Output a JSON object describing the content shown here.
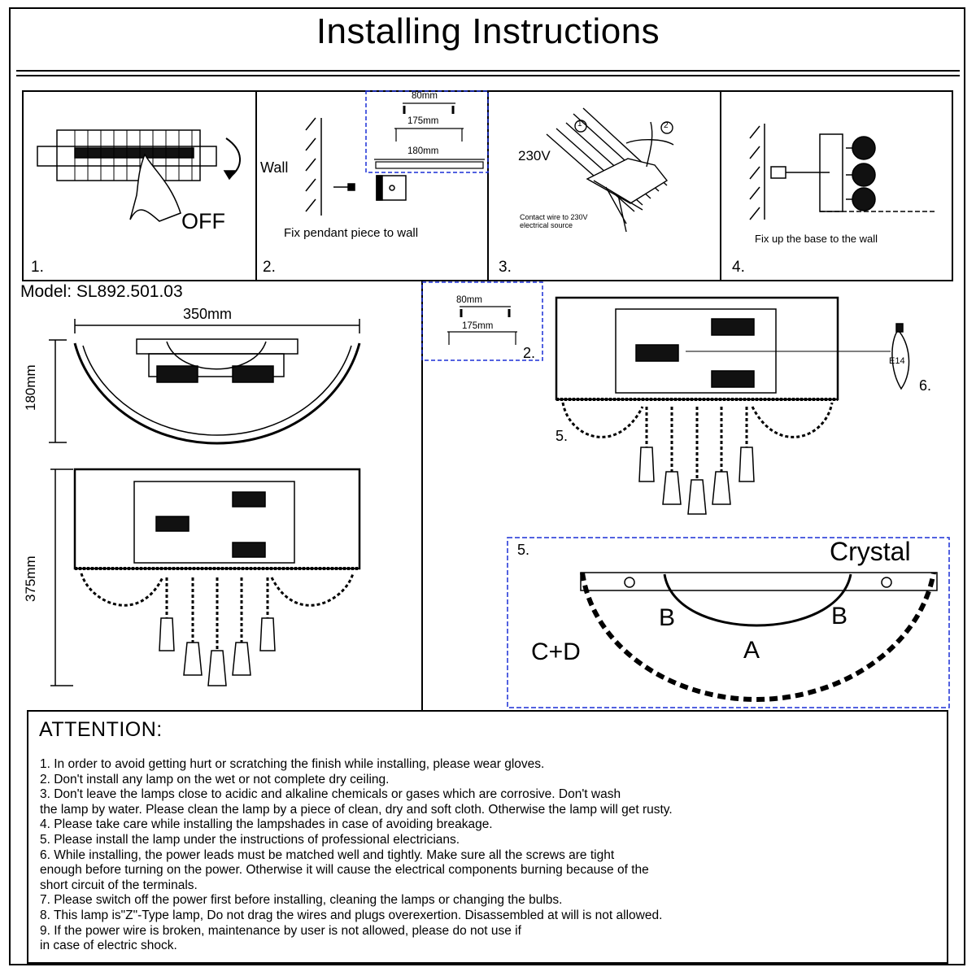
{
  "title": "Installing Instructions",
  "steps": [
    {
      "num": "1.",
      "label": "OFF"
    },
    {
      "num": "2.",
      "wall": "Wall",
      "caption": "Fix pendant piece to wall",
      "dims": [
        "80mm",
        "175mm",
        "180mm"
      ]
    },
    {
      "num": "3.",
      "voltage": "230V",
      "caption_lines": [
        "Contact wire to 230V",
        "electrical source"
      ],
      "markers": [
        "1",
        "2"
      ]
    },
    {
      "num": "4.",
      "caption": "Fix up the base to the wall"
    }
  ],
  "model": "Model: SL892.501.03",
  "dimensions": {
    "width": "350mm",
    "depth": "180mm",
    "height": "375mm"
  },
  "detail2": {
    "num": "2.",
    "dims": [
      "80mm",
      "175mm"
    ]
  },
  "bulb": {
    "type": "E14",
    "num": "6."
  },
  "crystal_label_num": "5.",
  "crystal": {
    "num": "5.",
    "title": "Crystal",
    "labels": {
      "a": "A",
      "b_left": "B",
      "b_right": "B",
      "cd": "C+D"
    }
  },
  "attention": {
    "title": "ATTENTION:",
    "lines": [
      "1. In order to avoid getting hurt or scratching the finish while installing, please wear gloves.",
      "2. Don't install any lamp on the wet or not complete dry ceiling.",
      "3. Don't leave the lamps close to acidic and alkaline chemicals or gases which are corrosive. Don't wash",
      "the lamp by water. Please clean the lamp by a piece of clean, dry and soft cloth. Otherwise the lamp will get rusty.",
      "4. Please take care while installing the lampshades in case of avoiding breakage.",
      "5. Please install the lamp under the instructions of professional electricians.",
      "6. While installing, the power leads must be matched well and tightly. Make sure all the screws are tight",
      "enough before turning on the power. Otherwise it will cause the electrical components burning because of the",
      "short circuit of the terminals.",
      "7. Please switch off the power first before installing, cleaning the lamps or changing the bulbs.",
      "8. This lamp is\"Z\"-Type lamp, Do not drag the wires and plugs overexertion. Disassembled at will is not allowed.",
      "9. If the power wire is broken, maintenance by user is not allowed, please do not use if",
      "in case of electric shock."
    ]
  }
}
